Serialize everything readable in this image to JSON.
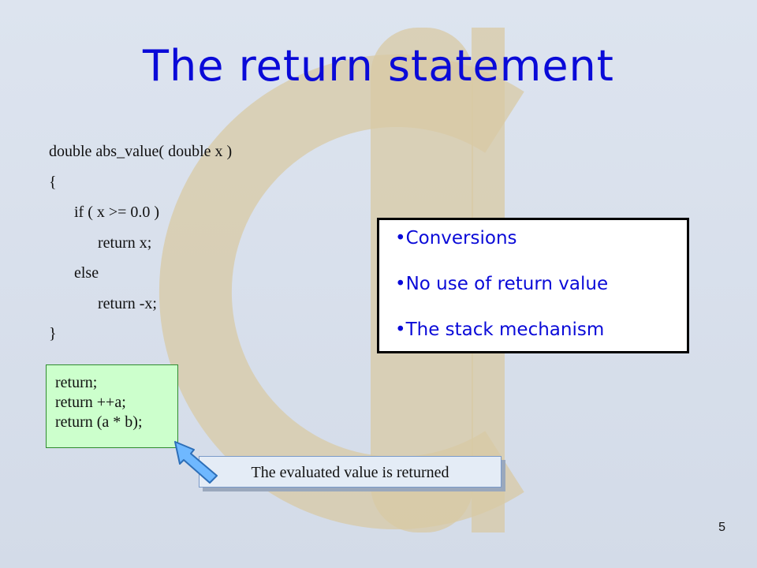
{
  "slide": {
    "title": "The return statement",
    "code_lines": [
      "double abs_value( double x )",
      "{",
      "if ( x >= 0.0 )",
      "return x;",
      "else",
      "return -x;",
      "}"
    ],
    "bullets": [
      "•Conversions",
      "•No use of return value",
      "•The stack mechanism"
    ],
    "return_forms": [
      "return;",
      "return ++a;",
      "return (a * b);"
    ],
    "callout_text": "The evaluated value is returned",
    "page_number": "5"
  },
  "colors": {
    "title": "#0a0ad8",
    "background": "#d9e0ec",
    "logo": "#d8c9a4",
    "green_box": "#ccffcc",
    "callout_fill": "#e4ecf6",
    "pointer_arrow": "#6fb8ff"
  }
}
